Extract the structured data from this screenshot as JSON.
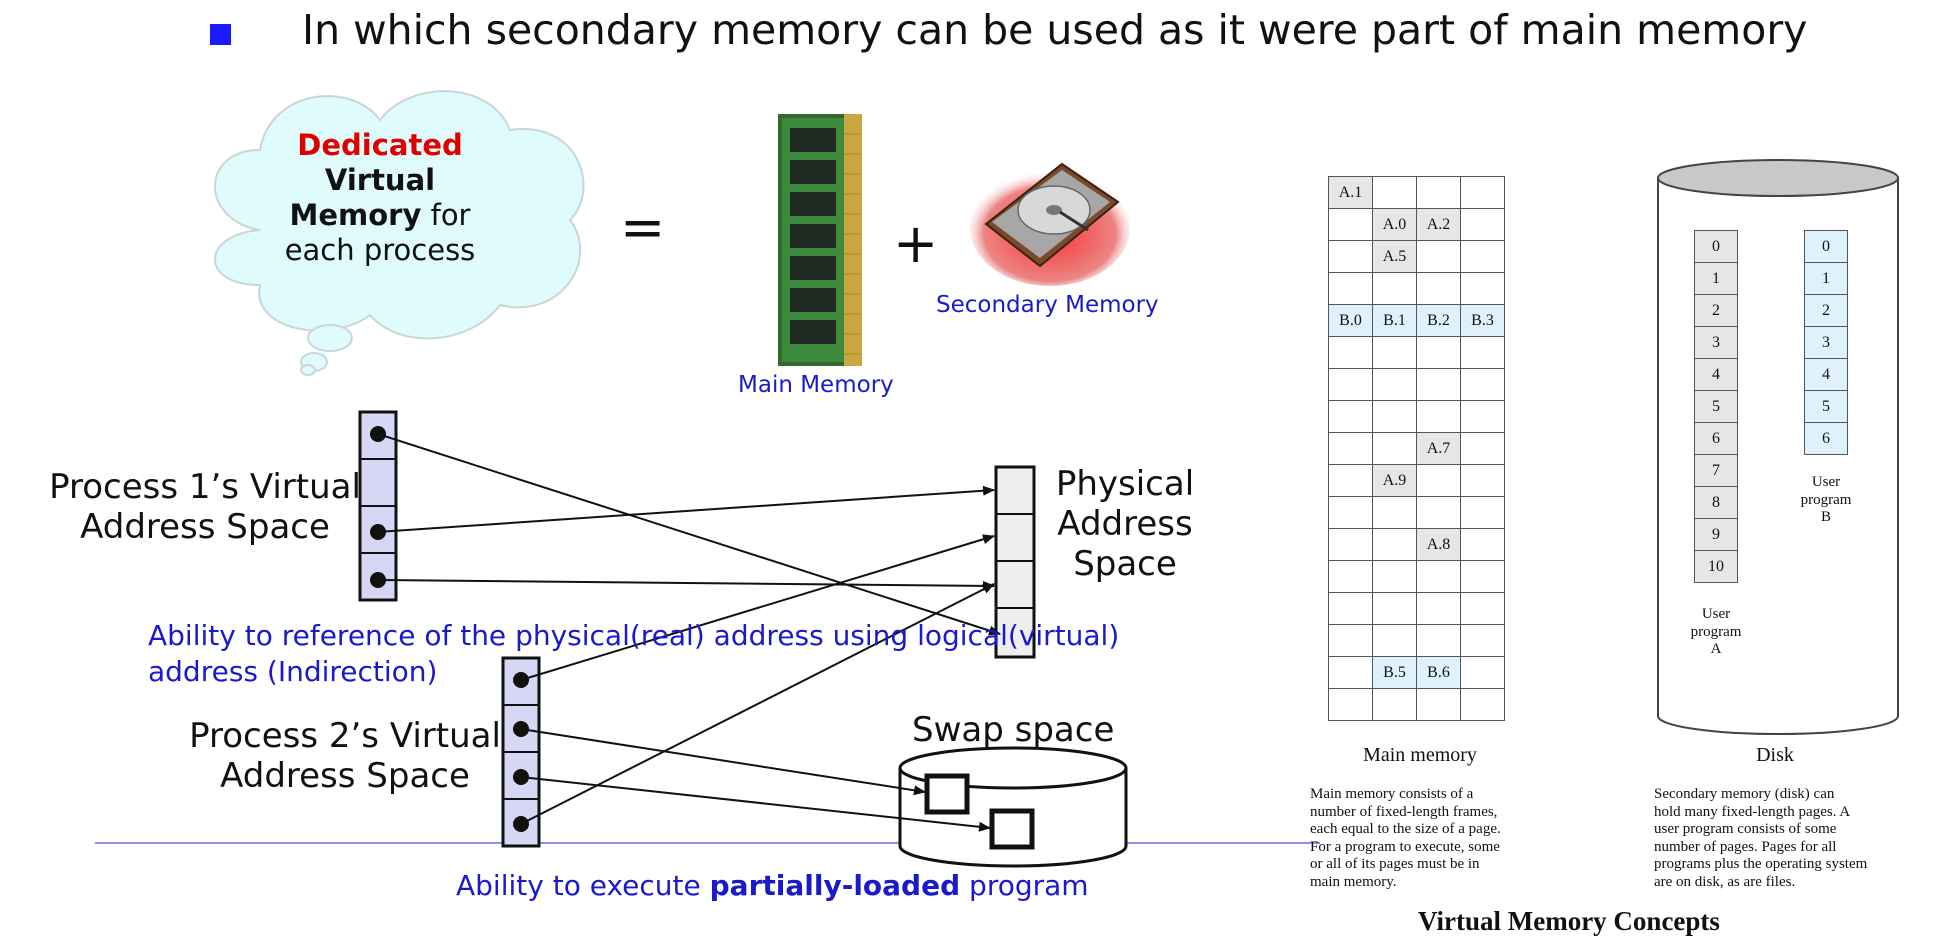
{
  "header": {
    "text": "In which secondary memory can be used as it were part of main memory"
  },
  "cloud": {
    "dedicated": "Dedicated",
    "virtual": "Virtual",
    "memory_bold": "Memory",
    "for_text": " for",
    "each_process": "each process"
  },
  "equation": {
    "equals": "=",
    "plus": "+",
    "main_memory_label": "Main Memory",
    "secondary_memory_label": "Secondary Memory"
  },
  "mapping": {
    "process1_line1": "Process 1’s Virtual",
    "process1_line2": "Address Space",
    "process2_line1": "Process 2’s Virtual",
    "process2_line2": "Address Space",
    "physical_line1": "Physical",
    "physical_line2": "Address",
    "physical_line3": "Space",
    "swap_label": "Swap space",
    "indirection_line1": "Ability to reference of the physical(real) address using logical(virtual)",
    "indirection_line2": "address (Indirection)",
    "partial_pre": "Ability to execute ",
    "partial_bold": "partially-loaded",
    "partial_post": " program"
  },
  "main_memory_figure": {
    "rows": [
      [
        "A.1",
        "",
        "",
        ""
      ],
      [
        "",
        "A.0",
        "A.2",
        ""
      ],
      [
        "",
        "A.5",
        "",
        ""
      ],
      [
        "",
        "",
        "",
        ""
      ],
      [
        "B.0",
        "B.1",
        "B.2",
        "B.3"
      ],
      [
        "",
        "",
        "",
        ""
      ],
      [
        "",
        "",
        "",
        ""
      ],
      [
        "",
        "",
        "",
        ""
      ],
      [
        "",
        "",
        "A.7",
        ""
      ],
      [
        "",
        "A.9",
        "",
        ""
      ],
      [
        "",
        "",
        "",
        ""
      ],
      [
        "",
        "",
        "A.8",
        ""
      ],
      [
        "",
        "",
        "",
        ""
      ],
      [
        "",
        "",
        "",
        ""
      ],
      [
        "",
        "",
        "",
        ""
      ],
      [
        "",
        "B.5",
        "B.6",
        ""
      ],
      [
        "",
        "",
        "",
        ""
      ]
    ],
    "caption": "Main memory",
    "description": [
      "Main memory consists of a",
      "number of fixed-length frames,",
      "each equal to the size of a page.",
      "For a program to execute, some",
      "or all of its pages must be in",
      "main memory."
    ]
  },
  "disk_figure": {
    "program_a_pages": [
      "0",
      "1",
      "2",
      "3",
      "4",
      "5",
      "6",
      "7",
      "8",
      "9",
      "10"
    ],
    "program_b_pages": [
      "0",
      "1",
      "2",
      "3",
      "4",
      "5",
      "6"
    ],
    "user_program_a": [
      "User",
      "program",
      "A"
    ],
    "user_program_b": [
      "User",
      "program",
      "B"
    ],
    "caption": "Disk",
    "description": [
      "Secondary memory (disk) can",
      "hold many fixed-length pages. A",
      "user program consists of some",
      "number of pages. Pages for all",
      "programs plus the operating system",
      "are on disk, as are files."
    ]
  },
  "figure_title": "Virtual Memory Concepts",
  "colors": {
    "bullet": "#1a1aff",
    "accent_red": "#e00000",
    "blue_text": "#1a1acc",
    "page_a": "#e6e6e6",
    "page_b": "#dff1fb",
    "cloud_fill": "#e0fbfc",
    "virtual_space_fill": "#d6d6f5"
  }
}
